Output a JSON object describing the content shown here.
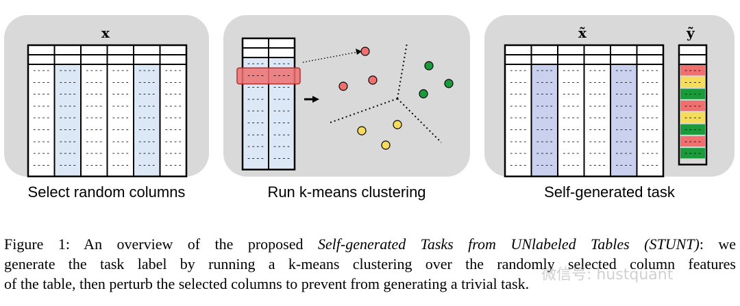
{
  "panels": [
    {
      "label": "Select random columns",
      "symbol": "x"
    },
    {
      "label": "Run k-means clustering",
      "symbol": ""
    },
    {
      "label": "Self-generated task",
      "symbol": "x̃",
      "label_symbol": "ỹ"
    }
  ],
  "cell_text": "----",
  "colors": {
    "panel_bg": "#d9d9d9",
    "selected_col": "#dce8f5",
    "perturbed_col": "#c9d1ef",
    "red": "#f07070",
    "green": "#1a9a3a",
    "yellow": "#f5dc5a"
  },
  "label_colors": [
    "red",
    "yellow",
    "green",
    "red",
    "yellow",
    "green",
    "red",
    "green"
  ],
  "caption": {
    "lead": "Figure 1: An overview of the proposed",
    "title": "Self-generated Tasks from UNlabeled Tables (STUNT)",
    "line1_tail": ": we",
    "line2": "generate the task label by running a k-means clustering over the randomly selected column features",
    "line3": "of the table, then perturb the selected columns to prevent from generating a trivial task."
  },
  "watermark": "微信号: hustquant"
}
